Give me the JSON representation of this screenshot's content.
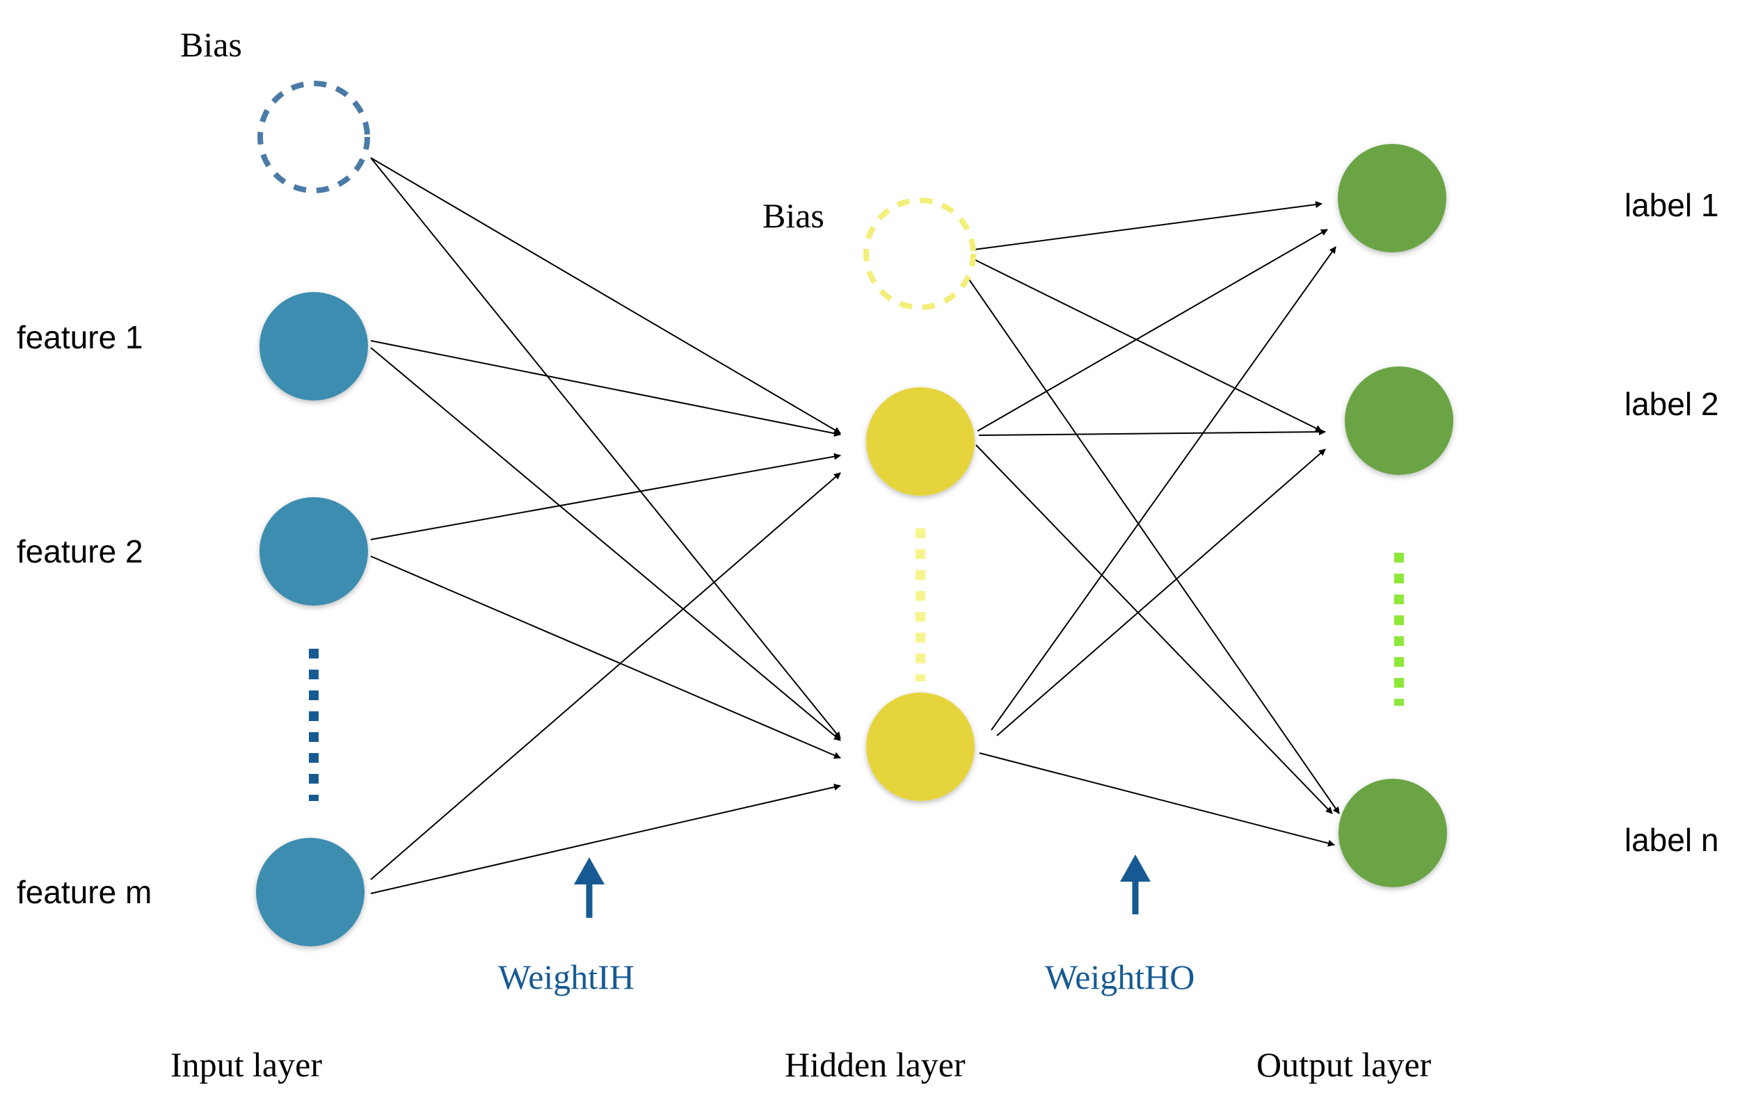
{
  "labels": {
    "input_bias": "Bias",
    "hidden_bias": "Bias",
    "feature_1": "feature 1",
    "feature_2": "feature 2",
    "feature_m": "feature m",
    "label_1": "label 1",
    "label_2": "label 2",
    "label_n": "label n",
    "weight_ih": "WeightIH",
    "weight_ho": "WeightHO",
    "input_layer": "Input layer",
    "hidden_layer": "Hidden layer",
    "output_layer": "Output layer"
  },
  "colors": {
    "input_node": "#3e8db0",
    "input_bias_dash": "#4a7aa6",
    "input_ellipsis": "#175a93",
    "hidden_node": "#e6d43e",
    "hidden_bias_dash": "#f3ee78",
    "hidden_ellipsis": "#f7f48e",
    "output_node": "#6aa444",
    "output_ellipsis": "#8ee83a",
    "weight_arrow": "#175a93",
    "edge": "#000000"
  }
}
